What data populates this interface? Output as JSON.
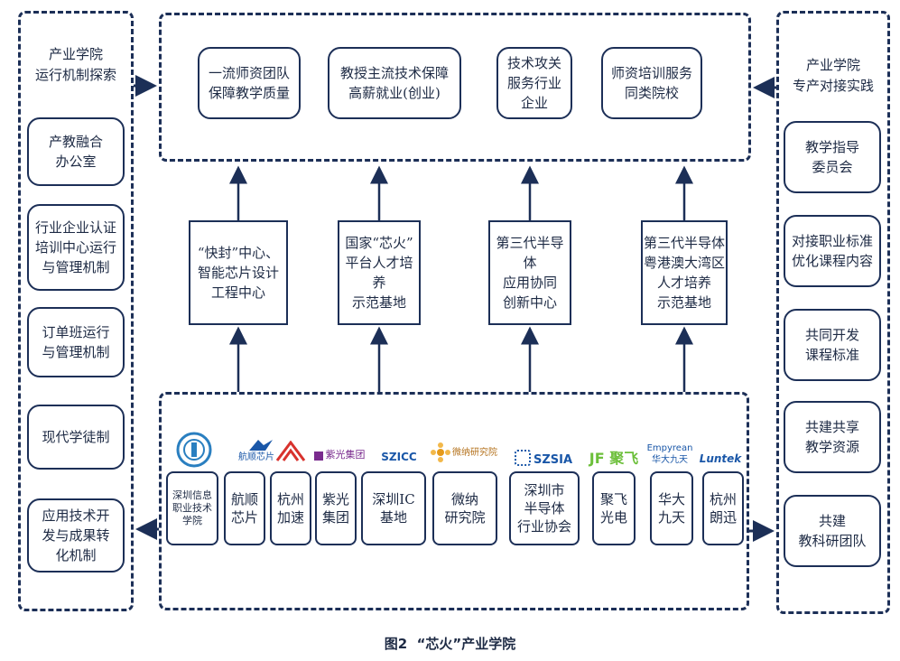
{
  "left_panel": {
    "title": "产业学院\n运行机制探索",
    "items": [
      "产教融合\n办公室",
      "行业企业认证\n培训中心运行\n与管理机制",
      "订单班运行\n与管理机制",
      "现代学徒制",
      "应用技术开\n发与成果转\n化机制"
    ]
  },
  "right_panel": {
    "title": "产业学院\n专产对接实践",
    "items": [
      "教学指导\n委员会",
      "对接职业标准\n优化课程内容",
      "共同开发\n课程标准",
      "共建共享\n教学资源",
      "共建\n教科研团队"
    ]
  },
  "top_panel": {
    "items": [
      "一流师资团队\n保障教学质量",
      "教授主流技术保障\n高薪就业(创业)",
      "技术攻关\n服务行业\n企业",
      "师资培训服务\n同类院校"
    ]
  },
  "middle_centers": [
    "“快封”中心、\n智能芯片设计\n工程中心",
    "国家“芯火”\n平台人才培养\n示范基地",
    "第三代半导体\n应用协同\n创新中心",
    "第三代半导体\n粤港澳大湾区\n人才培养\n示范基地"
  ],
  "bottom_panel": {
    "logos": [
      {
        "label": "",
        "icon": "school-emblem",
        "color": "#2a7fc0"
      },
      {
        "label": "航顺芯片",
        "icon": "hangshun-logo",
        "color": "#1a57a8"
      },
      {
        "label": "",
        "icon": "hangzhou-jiasu-logo",
        "color": "#d8322d"
      },
      {
        "label": "紫光集团",
        "icon": "unigroup-logo",
        "color": "#7a2b8e"
      },
      {
        "label": "SZICC",
        "icon": "szicc-logo",
        "color": "#1a57a8"
      },
      {
        "label": "微纳研究院",
        "icon": "micronano-logo",
        "color": "#e59a1a"
      },
      {
        "label": "SZSIA",
        "icon": "szsia-logo",
        "color": "#1a57a8"
      },
      {
        "label": "JF 聚飞",
        "icon": "jufei-logo",
        "color": "#6cbf3a"
      },
      {
        "label": "Empyrean\n华大九天",
        "icon": "empyrean-logo",
        "color": "#1a57a8"
      },
      {
        "label": "Luntek",
        "icon": "luntek-logo",
        "color": "#1a57a8"
      }
    ],
    "companies": [
      "深圳信息\n职业技术\n学院",
      "航顺\n芯片",
      "杭州\n加速",
      "紫光\n集团",
      "深圳IC\n基地",
      "微纳\n研究院",
      "深圳市\n半导体\n行业协会",
      "聚飞\n光电",
      "华大\n九天",
      "杭州\n朗迅"
    ]
  },
  "caption": "图2  “芯火”产业学院",
  "colors": {
    "border": "#1c2f57",
    "text": "#1d2a44"
  }
}
